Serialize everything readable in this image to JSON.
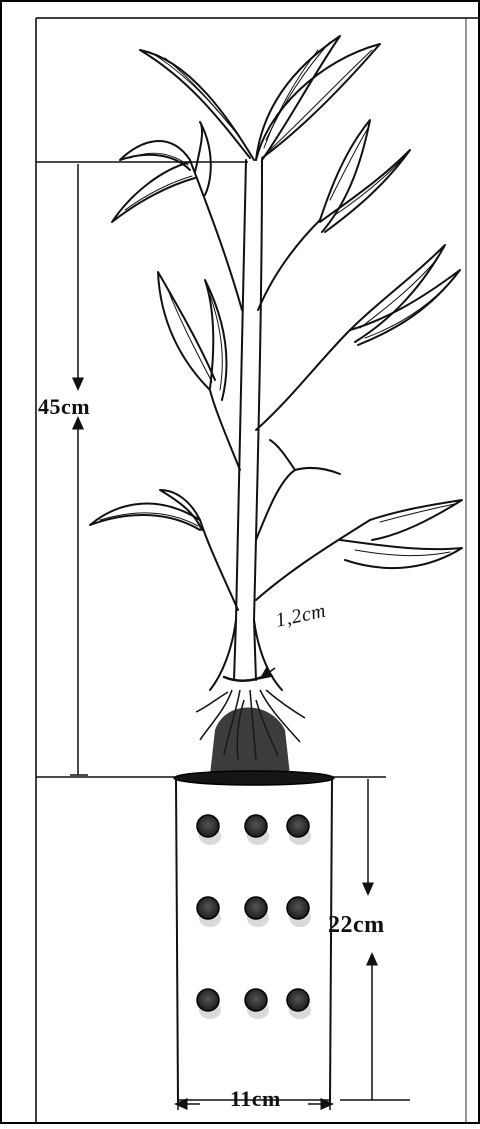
{
  "diagram": {
    "labels": {
      "plant_height": "45cm",
      "stem_diameter": "1,2cm",
      "pot_height": "22cm",
      "pot_width": "11cm"
    },
    "pot_holes": {
      "rows": 3,
      "columns": 3
    }
  }
}
